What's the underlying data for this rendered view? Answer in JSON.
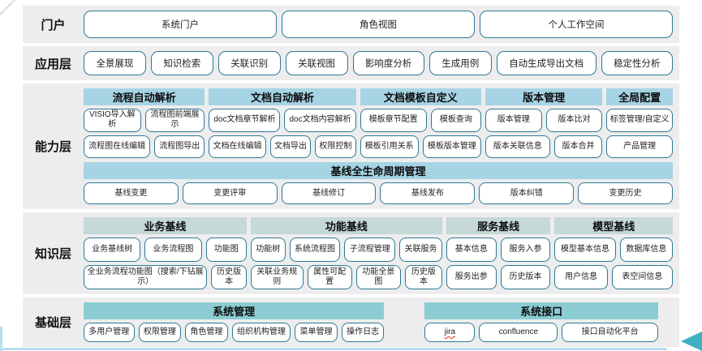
{
  "colors": {
    "band_background": "#ededed",
    "box_border": "#2e7896",
    "capability_header": "#a6d4e4",
    "knowledge_header": "#c6d8d8",
    "base_header": "#8bcdd3",
    "text": "#222222",
    "bottom_line": "#b7dfee",
    "arrow": "#3fb0c0",
    "spellcheck_underline": "#e03131"
  },
  "layers": [
    {
      "id": "portal",
      "label": "门户",
      "buttons": [
        "系统门户",
        "角色视图",
        "个人工作空间"
      ]
    },
    {
      "id": "application",
      "label": "应用层",
      "buttons": [
        "全景展现",
        "知识检索",
        "关联识别",
        "关联视图",
        "影响度分析",
        "生成用例",
        "自动生成导出文档",
        "稳定性分析"
      ]
    },
    {
      "id": "capability",
      "label": "能力层",
      "groups": [
        {
          "header": "流程自动解析",
          "rows": [
            [
              "VISIO导入解析",
              "流程图前端展示"
            ],
            [
              "流程图在线编辑",
              "流程图导出"
            ]
          ]
        },
        {
          "header": "文档自动解析",
          "rows": [
            [
              "doc文档章节解析",
              "doc文档内容解析"
            ],
            [
              "文档在线编辑",
              "文档导出",
              "权限控制"
            ]
          ]
        },
        {
          "header": "文档模板自定义",
          "rows": [
            [
              "模板章节配置",
              "模板查询"
            ],
            [
              "模板引用关系",
              "模板版本管理"
            ]
          ]
        },
        {
          "header": "版本管理",
          "rows": [
            [
              "版本管理",
              "版本比对"
            ],
            [
              "版本关联信息",
              "版本合并"
            ]
          ]
        },
        {
          "header": "全局配置",
          "rows": [
            [
              "标签管理/自定义"
            ],
            [
              "产品管理"
            ]
          ]
        }
      ],
      "baseline": {
        "header": "基线全生命周期管理",
        "buttons": [
          "基线变更",
          "变更评审",
          "基线修订",
          "基线发布",
          "版本纠错",
          "变更历史"
        ]
      }
    },
    {
      "id": "knowledge",
      "label": "知识层",
      "groups": [
        {
          "header": "业务基线",
          "rows": [
            [
              "业务基线树",
              "业务流程图",
              "功能图"
            ],
            [
              "全业务流程功能图（搜索/下钻展示）",
              "历史版本"
            ]
          ]
        },
        {
          "header": "功能基线",
          "rows": [
            [
              "功能树",
              "系统流程图",
              "子流程管理",
              "关联服务"
            ],
            [
              "关联业务规则",
              "属性可配置",
              "功能全景图",
              "历史版本"
            ]
          ]
        },
        {
          "header": "服务基线",
          "rows": [
            [
              "基本信息",
              "服务入参"
            ],
            [
              "服务出参",
              "历史版本"
            ]
          ]
        },
        {
          "header": "模型基线",
          "rows": [
            [
              "模型基本信息",
              "数据库信息"
            ],
            [
              "用户信息",
              "表空间信息"
            ]
          ]
        }
      ]
    },
    {
      "id": "base",
      "label": "基础层",
      "groups": [
        {
          "header": "系统管理",
          "rows": [
            [
              "多用户管理",
              "权限管理",
              "角色管理",
              "组织机构管理",
              "菜单管理",
              "操作日志"
            ]
          ]
        },
        {
          "header": "系统接口",
          "rows": [
            [
              "jira",
              "confluence",
              "接口自动化平台"
            ]
          ]
        }
      ]
    }
  ]
}
